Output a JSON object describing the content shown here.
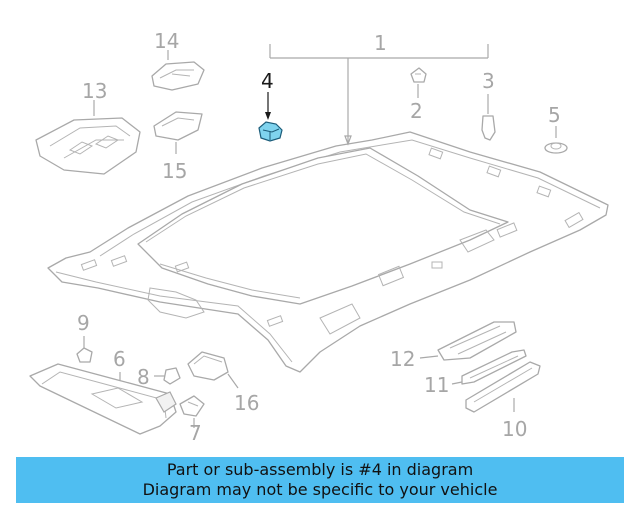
{
  "diagram": {
    "callouts": {
      "c1": "1",
      "c2": "2",
      "c3": "3",
      "c4": "4",
      "c5": "5",
      "c6": "6",
      "c7": "7",
      "c8": "8",
      "c9": "9",
      "c10": "10",
      "c11": "11",
      "c12": "12",
      "c13": "13",
      "c14": "14",
      "c15": "15",
      "c16": "16"
    },
    "highlighted_part": "4",
    "highlight_color": "#7fd3ee",
    "line_color": "#a9a9a9"
  },
  "banner": {
    "line1": "Part or sub-assembly is #4 in diagram",
    "line2": "Diagram may not be specific to your vehicle",
    "background": "#4fbef1"
  }
}
